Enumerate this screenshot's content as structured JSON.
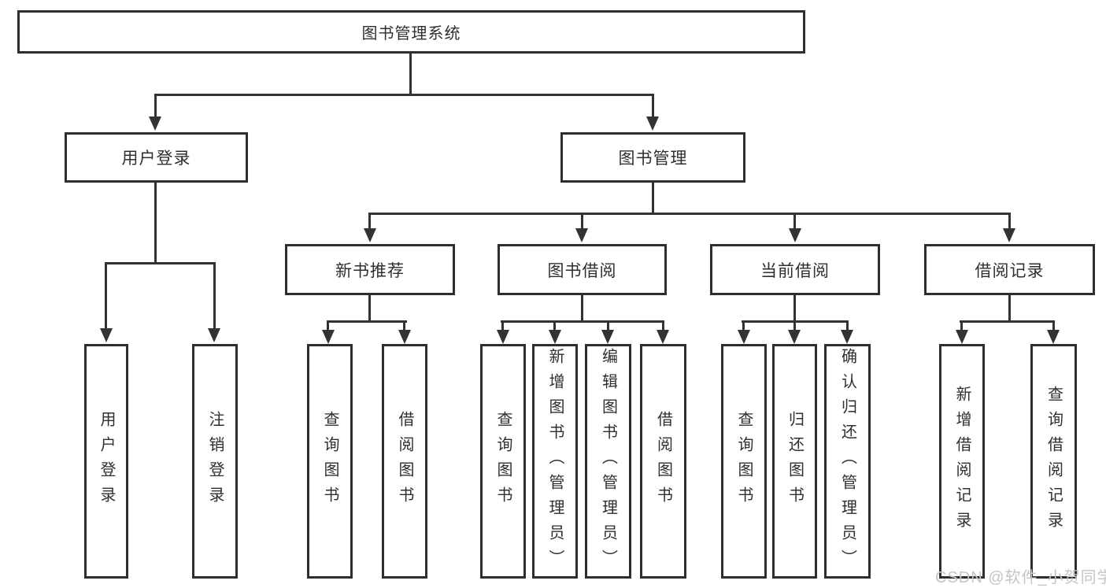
{
  "diagram": {
    "root": {
      "label": "图书管理系统"
    },
    "level2": [
      {
        "id": "user-login",
        "label": "用户登录"
      },
      {
        "id": "book-management",
        "label": "图书管理"
      }
    ],
    "login_children": [
      {
        "label": "用户登录"
      },
      {
        "label": "注销登录"
      }
    ],
    "level3": [
      {
        "id": "new-book-recommend",
        "label": "新书推荐"
      },
      {
        "id": "book-borrow",
        "label": "图书借阅"
      },
      {
        "id": "current-borrow",
        "label": "当前借阅"
      },
      {
        "id": "borrow-records",
        "label": "借阅记录"
      }
    ],
    "recommend_children": [
      {
        "label": "查询图书"
      },
      {
        "label": "借阅图书"
      }
    ],
    "borrow_children": [
      {
        "label": "查询图书"
      },
      {
        "label": "新增图书（管理员）"
      },
      {
        "label": "编辑图书（管理员）"
      },
      {
        "label": "借阅图书"
      }
    ],
    "current_children": [
      {
        "label": "查询图书"
      },
      {
        "label": "归还图书"
      },
      {
        "label": "确认归还（管理员）"
      }
    ],
    "records_children": [
      {
        "label": "新增借阅记录"
      },
      {
        "label": "查询借阅记录"
      }
    ]
  },
  "watermark": {
    "text": "CSDN @软件_小贺同学"
  },
  "colors": {
    "line": "#333333",
    "border": "#2e2e2e",
    "text": "#2f2f2f",
    "watermark": "#c5c5c5",
    "background": "#ffffff"
  }
}
